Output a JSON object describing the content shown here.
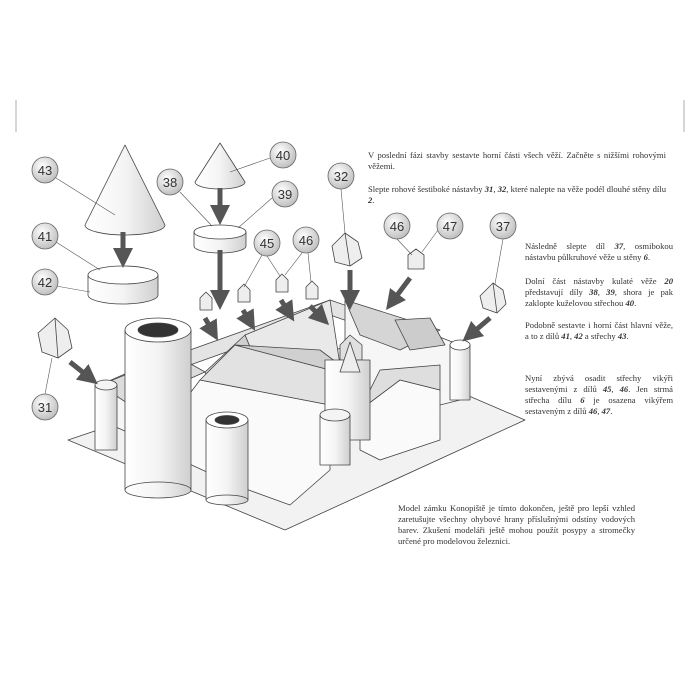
{
  "paragraphs": [
    {
      "id": "intro",
      "segments": [
        {
          "t": "V poslední fázi stavby sestavte horní části všech věží. Začněte s nižšími rohovými věžemi."
        }
      ]
    },
    {
      "id": "corner-towers",
      "segments": [
        {
          "t": "Slepte rohové šestiboké nástavby "
        },
        {
          "t": "31",
          "b": true
        },
        {
          "t": ", "
        },
        {
          "t": "32",
          "b": true
        },
        {
          "t": ", které nalepte na věže podél dlouhé stěny dílu "
        },
        {
          "t": "2",
          "b": true
        },
        {
          "t": "."
        }
      ]
    },
    {
      "id": "part-37",
      "segments": [
        {
          "t": "Následně slepte díl "
        },
        {
          "t": "37",
          "b": true
        },
        {
          "t": ", osmibokou nástavbu půlkruhové věže u stěny "
        },
        {
          "t": "6",
          "b": true
        },
        {
          "t": "."
        }
      ]
    },
    {
      "id": "round-tower",
      "segments": [
        {
          "t": "Dolní část nástavby kulaté věže "
        },
        {
          "t": "20",
          "b": true
        },
        {
          "t": " představují díly "
        },
        {
          "t": "38",
          "b": true
        },
        {
          "t": ", "
        },
        {
          "t": "39",
          "b": true
        },
        {
          "t": ", shora je pak zaklopte kuželovou střechou "
        },
        {
          "t": "40",
          "b": true
        },
        {
          "t": "."
        }
      ]
    },
    {
      "id": "main-tower",
      "segments": [
        {
          "t": "Podobně sestavte i horní část hlavní věže, a to z dílů "
        },
        {
          "t": "41",
          "b": true
        },
        {
          "t": ", "
        },
        {
          "t": "42",
          "b": true
        },
        {
          "t": " a střechy "
        },
        {
          "t": "43",
          "b": true
        },
        {
          "t": "."
        }
      ]
    },
    {
      "id": "dormers",
      "segments": [
        {
          "t": "Nyní zbývá osadit střechy vikýři sestavenými z dílů "
        },
        {
          "t": "45",
          "b": true
        },
        {
          "t": ", "
        },
        {
          "t": "46",
          "b": true
        },
        {
          "t": ". Jen strmá střecha dílu "
        },
        {
          "t": "6",
          "b": true
        },
        {
          "t": " je osazena vikýřem sestaveným z dílů "
        },
        {
          "t": "46",
          "b": true
        },
        {
          "t": ", "
        },
        {
          "t": "47",
          "b": true
        },
        {
          "t": "."
        }
      ]
    },
    {
      "id": "finish",
      "segments": [
        {
          "t": "Model zámku Konopiště je tímto dokončen, ještě pro lepší vzhled zaretušujte všechny ohybové hrany příslušnými odstíny vodových barev. Zkušení modeláři ještě mohou použít posypy a stromečky určené pro modelovou železnici."
        }
      ]
    }
  ],
  "part_labels": {
    "p43": "43",
    "p40": "40",
    "p38": "38",
    "p39": "39",
    "p32": "32",
    "p46a": "46",
    "p47": "47",
    "p37": "37",
    "p41": "41",
    "p42": "42",
    "p45": "45",
    "p46b": "46",
    "p31": "31"
  },
  "colors": {
    "arrow": "#555555",
    "line": "#444444",
    "shade": "#d8d8d8"
  }
}
